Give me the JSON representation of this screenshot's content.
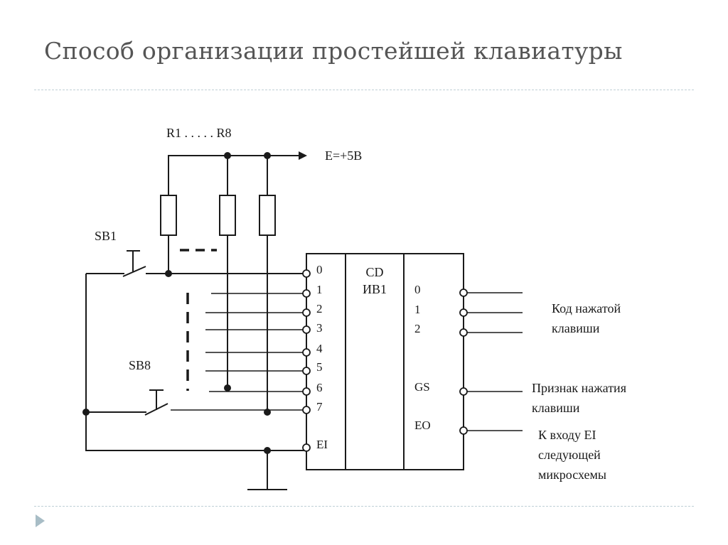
{
  "slide": {
    "title": "Способ организации простейшей клавиатуры"
  },
  "circuit": {
    "resistors_label": "R1 . . . . . R8",
    "supply_label": "E=+5В",
    "switch_first_label": "SB1",
    "switch_last_label": "SB8",
    "chip": {
      "name_line1": "CD",
      "name_line2": "ИВ1",
      "inputs": [
        "0",
        "1",
        "2",
        "3",
        "4",
        "5",
        "6",
        "7",
        "EI"
      ],
      "outputs": [
        "0",
        "1",
        "2",
        "GS",
        "EO"
      ]
    },
    "output_labels": {
      "code_line1": "Код нажатой",
      "code_line2": "клавиши",
      "gs_line1": "Признак нажатия",
      "gs_line2": "клавиши",
      "eo_line1": "К входу EI",
      "eo_line2": "следующей",
      "eo_line3": "микросхемы"
    }
  },
  "colors": {
    "title": "#555555",
    "ink": "#1a1a1a",
    "rule": "#bfcfd6",
    "bullet": "#a8bdc6"
  }
}
